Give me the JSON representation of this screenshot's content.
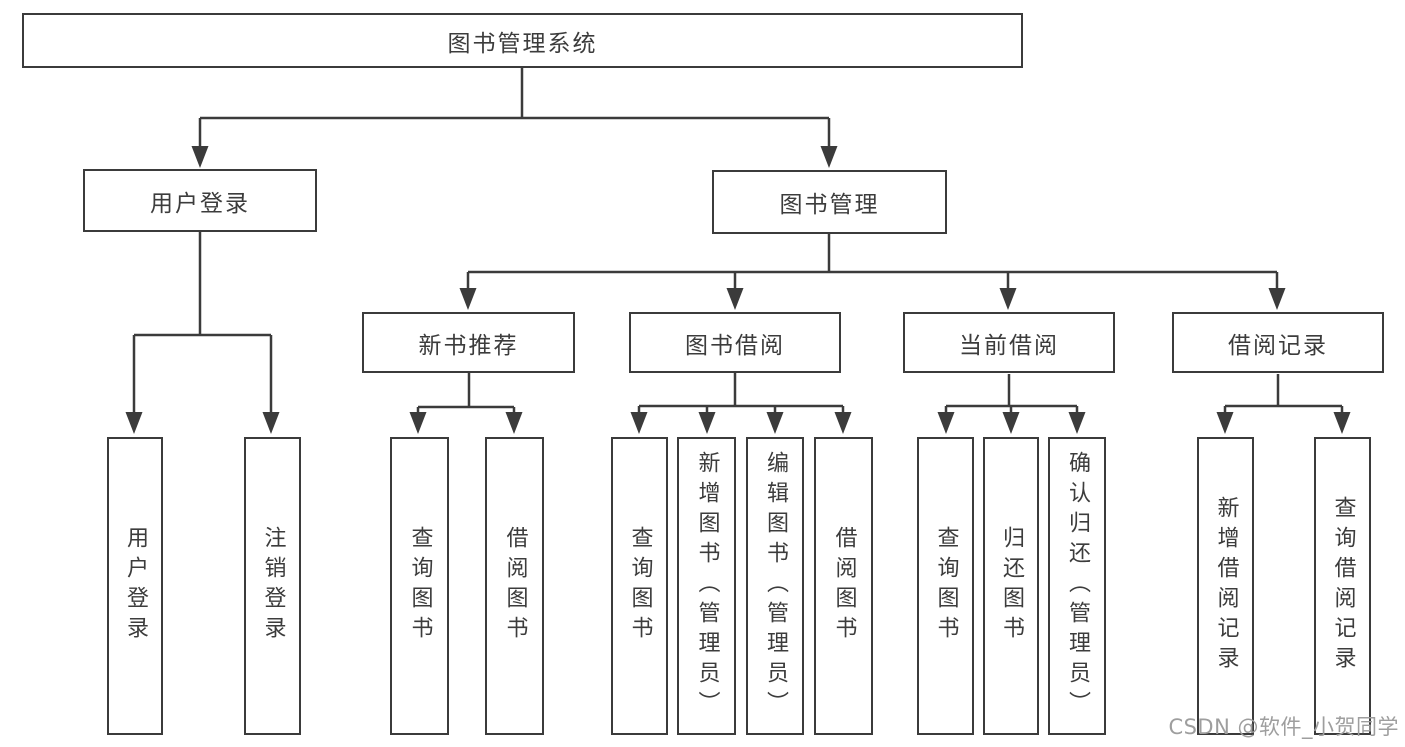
{
  "diagram": {
    "title": "图书管理系统",
    "root": {
      "label": "图书管理系统"
    },
    "level2": [
      {
        "label": "用户登录"
      },
      {
        "label": "图书管理"
      }
    ],
    "level3": [
      {
        "label": "新书推荐"
      },
      {
        "label": "图书借阅"
      },
      {
        "label": "当前借阅"
      },
      {
        "label": "借阅记录"
      }
    ],
    "leaves": [
      [
        {
          "label": "用户登录"
        },
        {
          "label": "注销登录"
        }
      ],
      [
        {
          "label": "查询图书"
        },
        {
          "label": "借阅图书"
        }
      ],
      [
        {
          "label": "查询图书"
        },
        {
          "label": "新增图书（管理员）"
        },
        {
          "label": "编辑图书（管理员）"
        },
        {
          "label": "借阅图书"
        }
      ],
      [
        {
          "label": "查询图书"
        },
        {
          "label": "归还图书"
        },
        {
          "label": "确认归还（管理员）"
        }
      ],
      [
        {
          "label": "新增借阅记录"
        },
        {
          "label": "查询借阅记录"
        }
      ]
    ]
  },
  "watermark": {
    "text": "CSDN @软件_小贺同学"
  },
  "colors": {
    "line": "#3b3b3b",
    "text": "#3c3c3c",
    "background": "#ffffff",
    "watermark": "#9e9e9e"
  }
}
